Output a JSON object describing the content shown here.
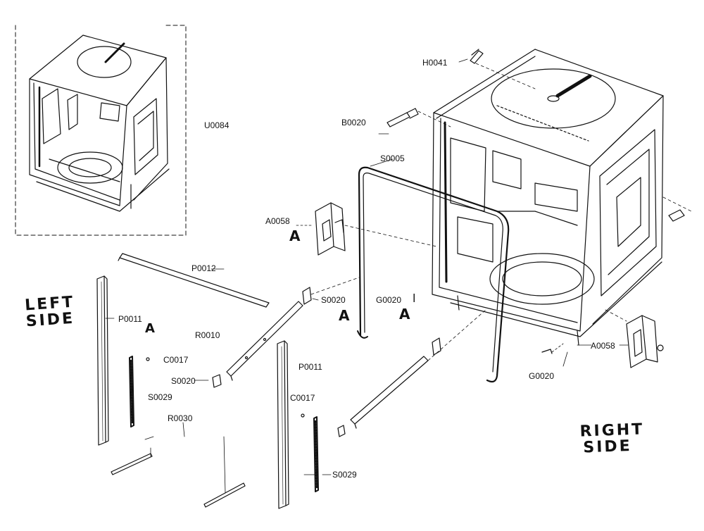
{
  "callouts": {
    "u0084": "U0084",
    "h0041": "H0041",
    "b0020": "B0020",
    "s0005": "S0005",
    "a0058_left": "A0058",
    "a0058_right": "A0058",
    "p0012": "P0012",
    "s0020_mid": "S0020",
    "g0020_mid": "G0020",
    "g0020_low": "G0020",
    "p0011_left": "P0011",
    "p0011_right": "P0011",
    "r0010": "R0010",
    "c0017_left": "C0017",
    "c0017_right": "C0017",
    "s0020_left": "S0020",
    "s0029_left": "S0029",
    "s0029_right": "S0029",
    "r0030": "R0030"
  },
  "handwritten": {
    "left_side_line1": "LEFT",
    "left_side_line2": "SIDE",
    "right_side_line1": "RIGHT",
    "right_side_line2": "SIDE",
    "marker_a0058": "A",
    "marker_s0020": "A",
    "marker_g0020": "A",
    "marker_p0011": "A",
    "marker_g0020_tick": "l"
  },
  "colors": {
    "ink": "#111111",
    "paper": "#ffffff"
  }
}
